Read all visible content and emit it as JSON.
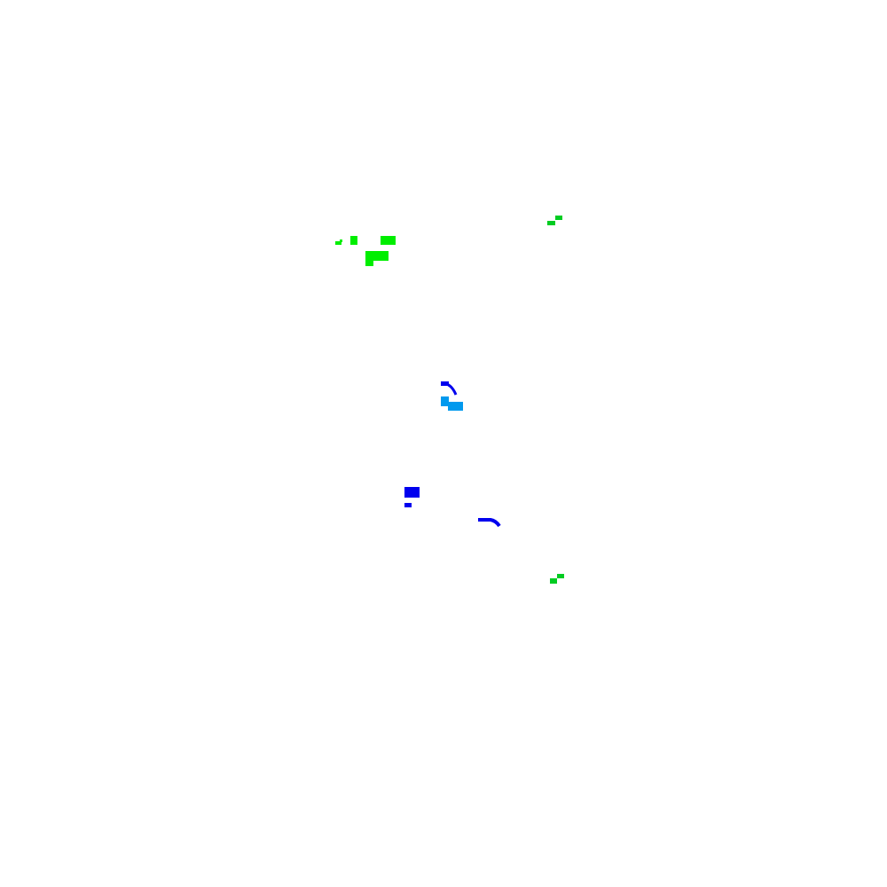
{
  "colors": {
    "background": "#ffffff",
    "bright_green": "#00ee00",
    "medium_green": "#00cc22",
    "sky_blue": "#0099ee",
    "blue": "#0000ee"
  },
  "fragments": [
    "green-blob-small-dot",
    "green-blob-tick",
    "green-blob-bar",
    "green-blob-stair",
    "green-tick-upper-right",
    "blue-hook-upper",
    "sky-blue-step",
    "blue-block",
    "blue-dash",
    "blue-curve-lower",
    "green-tick-lower-right"
  ]
}
